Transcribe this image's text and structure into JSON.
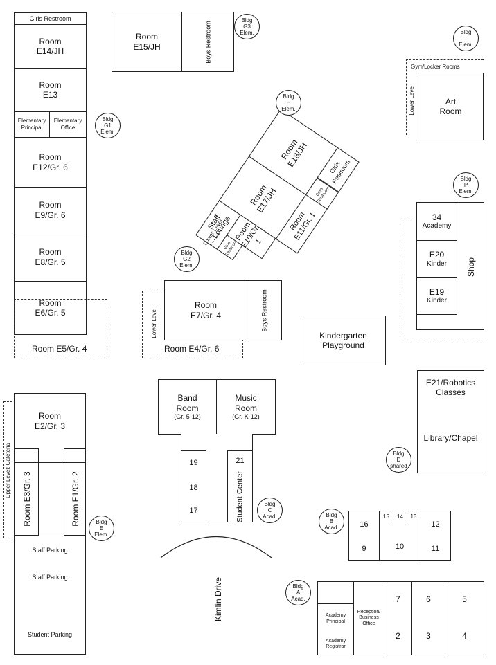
{
  "buildings": {
    "g3": [
      "Bldg",
      "G3",
      "Elem."
    ],
    "i": [
      "Bldg",
      "I",
      "Elem."
    ],
    "h": [
      "Bldg",
      "H",
      "Elem."
    ],
    "g1": [
      "Bldg",
      "G1",
      "Elem."
    ],
    "p": [
      "Bldg",
      "P",
      "Elem."
    ],
    "g2": [
      "Bldg",
      "G2",
      "Elem."
    ],
    "d": [
      "Bldg",
      "D",
      "shared"
    ],
    "c": [
      "Bldg",
      "C",
      "Acad."
    ],
    "e": [
      "Bldg",
      "E",
      "Elem."
    ],
    "b": [
      "Bldg",
      "B",
      "Acad."
    ],
    "a": [
      "Bldg",
      "A",
      "Acad."
    ]
  },
  "west_wing": {
    "girls_restroom": "Girls Restroom",
    "e14": [
      "Room",
      "E14/JH"
    ],
    "e13": [
      "Room",
      "E13"
    ],
    "elem_principal": [
      "Elementary",
      "Principal"
    ],
    "elem_office": [
      "Elementary",
      "Office"
    ],
    "e12": [
      "Room",
      "E12/Gr. 6"
    ],
    "e9": [
      "Room",
      "E9/Gr. 6"
    ],
    "e8": [
      "Room",
      "E8/Gr. 5"
    ],
    "e6": [
      "Room",
      "E6/Gr. 5"
    ],
    "e5": "Room E5/Gr. 4"
  },
  "north": {
    "e15": [
      "Room",
      "E15/JH"
    ],
    "boys_restroom": "Boys Restroom"
  },
  "art": {
    "gym": "Gym/Locker Rooms",
    "lower_level": "Lower Level",
    "art_room": [
      "Art",
      "Room"
    ]
  },
  "angled_building": {
    "lower_level": "Lower Level",
    "staff_lounge": "Staff Lounge",
    "girls_restroom_small": [
      "Girls",
      "Restroom"
    ],
    "e17": [
      "Room",
      "E17/JH"
    ],
    "e18": [
      "Room",
      "E18/JH"
    ],
    "e10": [
      "Room",
      "E10/Gr. 1"
    ],
    "e11": [
      "Room",
      "E11/Gr. 1"
    ],
    "boys_restroom_small": [
      "Boys",
      "Restroom"
    ],
    "girls_restroom": "Girls Restroom"
  },
  "east": {
    "r34": [
      "34",
      "Academy"
    ],
    "e20": [
      "E20",
      "Kinder"
    ],
    "e19": [
      "E19",
      "Kinder"
    ],
    "shop": "Shop"
  },
  "center": {
    "e7": [
      "Room",
      "E7/Gr. 4"
    ],
    "boys_restroom": "Boys Restroom",
    "lower_level": "Lower Level",
    "e4": "Room E4/Gr. 6",
    "kindergarten": [
      "Kindergarten",
      "Playground"
    ]
  },
  "music": {
    "band": [
      "Band",
      "Room",
      "(Gr. 5-12)"
    ],
    "music": [
      "Music",
      "Room",
      "(Gr. K-12)"
    ]
  },
  "library": {
    "e21": [
      "E21/Robotics",
      "Classes"
    ],
    "library": "Library/Chapel"
  },
  "southwest": {
    "upper_level": "Upper Level: Cafeteria",
    "e2": [
      "Room",
      "E2/Gr. 3"
    ],
    "e3": "Room E3/Gr. 3",
    "e1": "Room E1/Gr. 2",
    "staff_parking_1": "Staff Parking",
    "staff_parking_2": "Staff Parking",
    "student_parking": "Student Parking"
  },
  "bldg_c": {
    "r19": "19",
    "r18": "18",
    "r17": "17",
    "r21": "21",
    "student_center": "Student Center"
  },
  "road": "Kimlin Drive",
  "bldg_b": {
    "r16": "16",
    "r15": "15",
    "r14": "14",
    "r13": "13",
    "r12": "12",
    "r9": "9",
    "r10": "10",
    "r11": "11"
  },
  "bldg_a": {
    "academy_principal": [
      "Academy",
      "Principal"
    ],
    "academy_registrar": [
      "Academy",
      "Registrar"
    ],
    "reception": [
      "Reception/",
      "Business",
      "Office"
    ],
    "r7": "7",
    "r6": "6",
    "r5": "5",
    "r2": "2",
    "r3": "3",
    "r4": "4"
  }
}
